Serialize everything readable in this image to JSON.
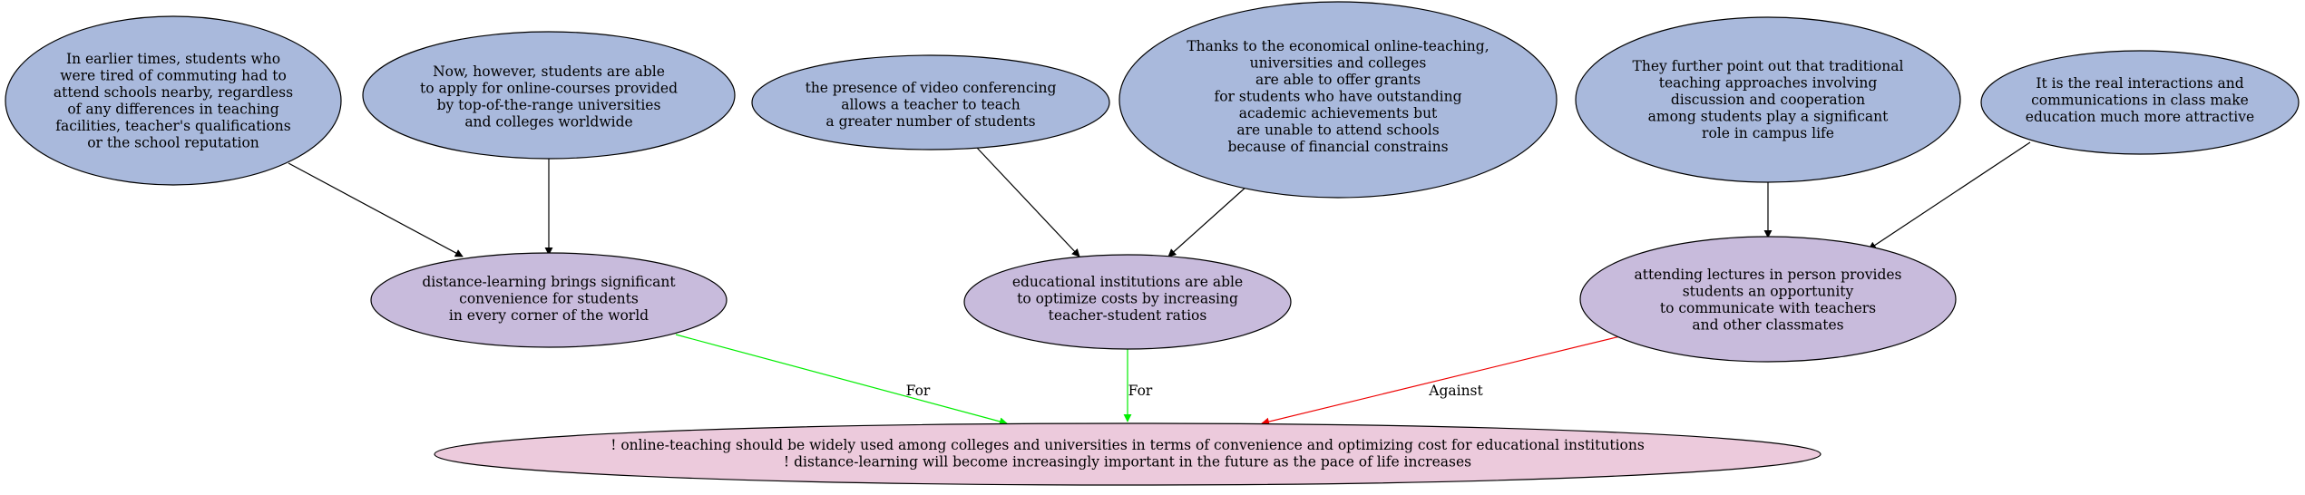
{
  "colors": {
    "premise_fill": "#a9b9dc",
    "claim_fill": "#c8bbdc",
    "conclusion_fill": "#eccadc",
    "edge_neutral": "#000000",
    "edge_for": "#00ee00",
    "edge_against": "#ee0000"
  },
  "nodes": {
    "premise_commuting": {
      "lines": [
        "In earlier times, students who",
        "were tired of commuting had to",
        "attend schools nearby, regardless",
        "of any differences in teaching",
        "facilities, teacher's qualifications",
        "or the school reputation"
      ]
    },
    "premise_apply_worldwide": {
      "lines": [
        "Now, however, students are able",
        "to apply for online-courses provided",
        "by top-of-the-range universities",
        "and colleges worldwide"
      ]
    },
    "premise_video_conferencing": {
      "lines": [
        "the presence of video conferencing",
        "allows a teacher to teach",
        "a greater number of students"
      ]
    },
    "premise_grants": {
      "lines": [
        "Thanks to the economical online-teaching,",
        "universities and colleges",
        "are able to offer grants",
        "for students who have outstanding",
        "academic achievements but",
        "are unable to attend schools",
        "because of financial constrains"
      ]
    },
    "premise_traditional": {
      "lines": [
        "They further point out that traditional",
        "teaching approaches involving",
        "discussion and cooperation",
        "among students play a significant",
        "role in campus life"
      ]
    },
    "premise_real_interactions": {
      "lines": [
        "It is the real interactions and",
        "communications in class make",
        "education much more attractive"
      ]
    },
    "claim_convenience": {
      "lines": [
        "distance-learning brings significant",
        "convenience for students",
        "in every corner of the world"
      ]
    },
    "claim_optimize_costs": {
      "lines": [
        "educational institutions are able",
        "to optimize costs by increasing",
        "teacher-student ratios"
      ]
    },
    "claim_in_person": {
      "lines": [
        "attending lectures in person provides",
        "students an opportunity",
        "to communicate with teachers",
        "and other classmates"
      ]
    },
    "conclusion": {
      "lines": [
        "! online-teaching should be widely used among colleges and universities in terms of convenience and optimizing cost for educational institutions",
        "! distance-learning will become increasingly important in the future as the pace of life increases"
      ]
    }
  },
  "edges": [
    {
      "from": "premise_commuting",
      "to": "claim_convenience",
      "label": "",
      "kind": "neutral"
    },
    {
      "from": "premise_apply_worldwide",
      "to": "claim_convenience",
      "label": "",
      "kind": "neutral"
    },
    {
      "from": "premise_video_conferencing",
      "to": "claim_optimize_costs",
      "label": "",
      "kind": "neutral"
    },
    {
      "from": "premise_grants",
      "to": "claim_optimize_costs",
      "label": "",
      "kind": "neutral"
    },
    {
      "from": "premise_traditional",
      "to": "claim_in_person",
      "label": "",
      "kind": "neutral"
    },
    {
      "from": "premise_real_interactions",
      "to": "claim_in_person",
      "label": "",
      "kind": "neutral"
    },
    {
      "from": "claim_convenience",
      "to": "conclusion",
      "label": "For",
      "kind": "for"
    },
    {
      "from": "claim_optimize_costs",
      "to": "conclusion",
      "label": "For",
      "kind": "for"
    },
    {
      "from": "claim_in_person",
      "to": "conclusion",
      "label": "Against",
      "kind": "against"
    }
  ]
}
